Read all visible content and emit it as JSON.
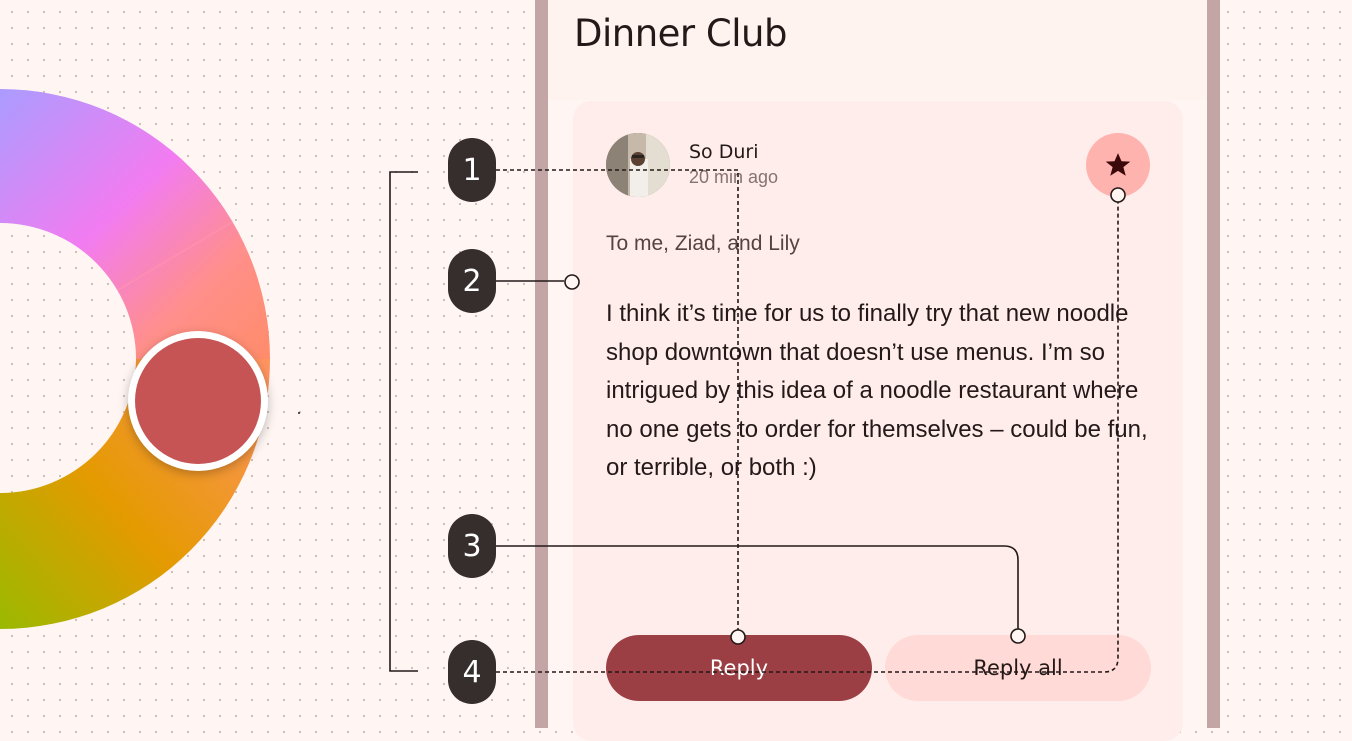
{
  "header": {
    "title": "Dinner Club"
  },
  "message": {
    "sender": "So Duri",
    "timestamp": "20 min ago",
    "recipients": "To me, Ziad, and Lily",
    "body": "I think it’s time for us to finally try that new noodle shop downtown that doesn’t use menus. I’m so intrigued by this idea of a noodle restaurant where no one gets to order for themselves – could be fun, or terrible, or both :)",
    "star_icon": "star-icon"
  },
  "actions": {
    "reply_label": "Reply",
    "reply_all_label": "Reply all"
  },
  "annotations": {
    "badge_1": "1",
    "badge_2": "2",
    "badge_3": "3",
    "badge_4": "4"
  },
  "colors": {
    "background": "#fff6f4",
    "card": "#ffedeb",
    "reply_button": "#9c3f45",
    "reply_all_button": "#ffdad6",
    "star_button": "#ffb3af",
    "selected_swatch": "#c75454",
    "badge": "#352e2d",
    "phone_border": "#c3a5a5"
  }
}
